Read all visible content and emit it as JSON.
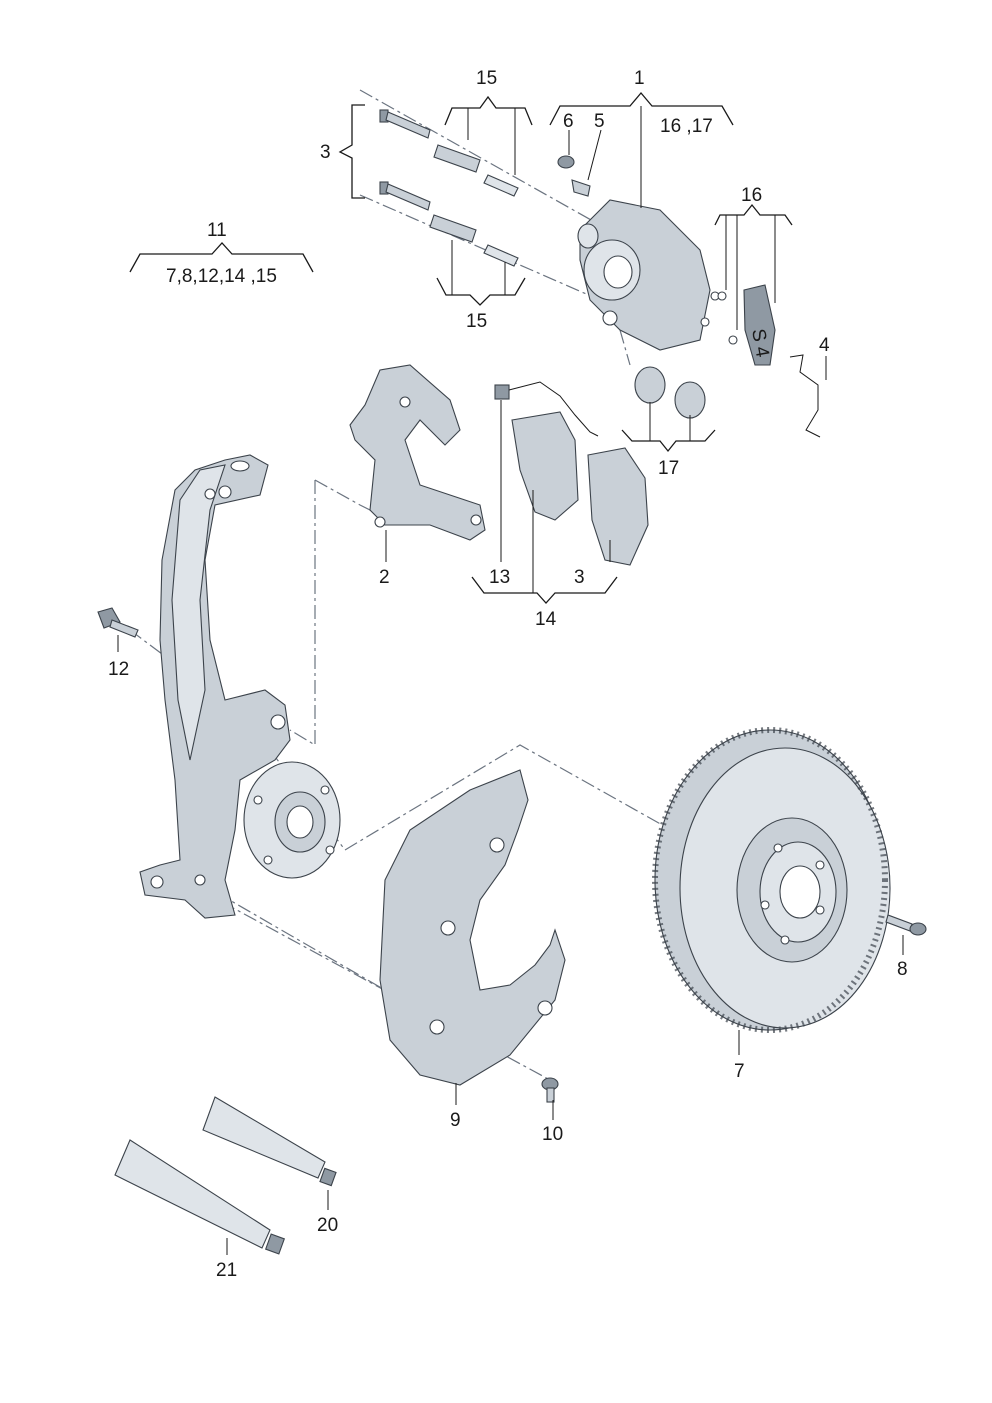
{
  "labels": {
    "l1": "1",
    "l15a": "15",
    "l6": "6",
    "l5": "5",
    "l16_17": "16 ,17",
    "l3a": "3",
    "l11": "11",
    "l11sub": "7,8,12,14 ,15",
    "l15b": "15",
    "l16": "16",
    "l4": "4",
    "l17": "17",
    "l2": "2",
    "l13": "13",
    "l3b": "3",
    "l14": "14",
    "l12": "12",
    "l8": "8",
    "l7": "7",
    "l9": "9",
    "l10": "10",
    "l20": "20",
    "l21": "21"
  },
  "icons": {
    "brake_pad_marker": "S 4"
  }
}
